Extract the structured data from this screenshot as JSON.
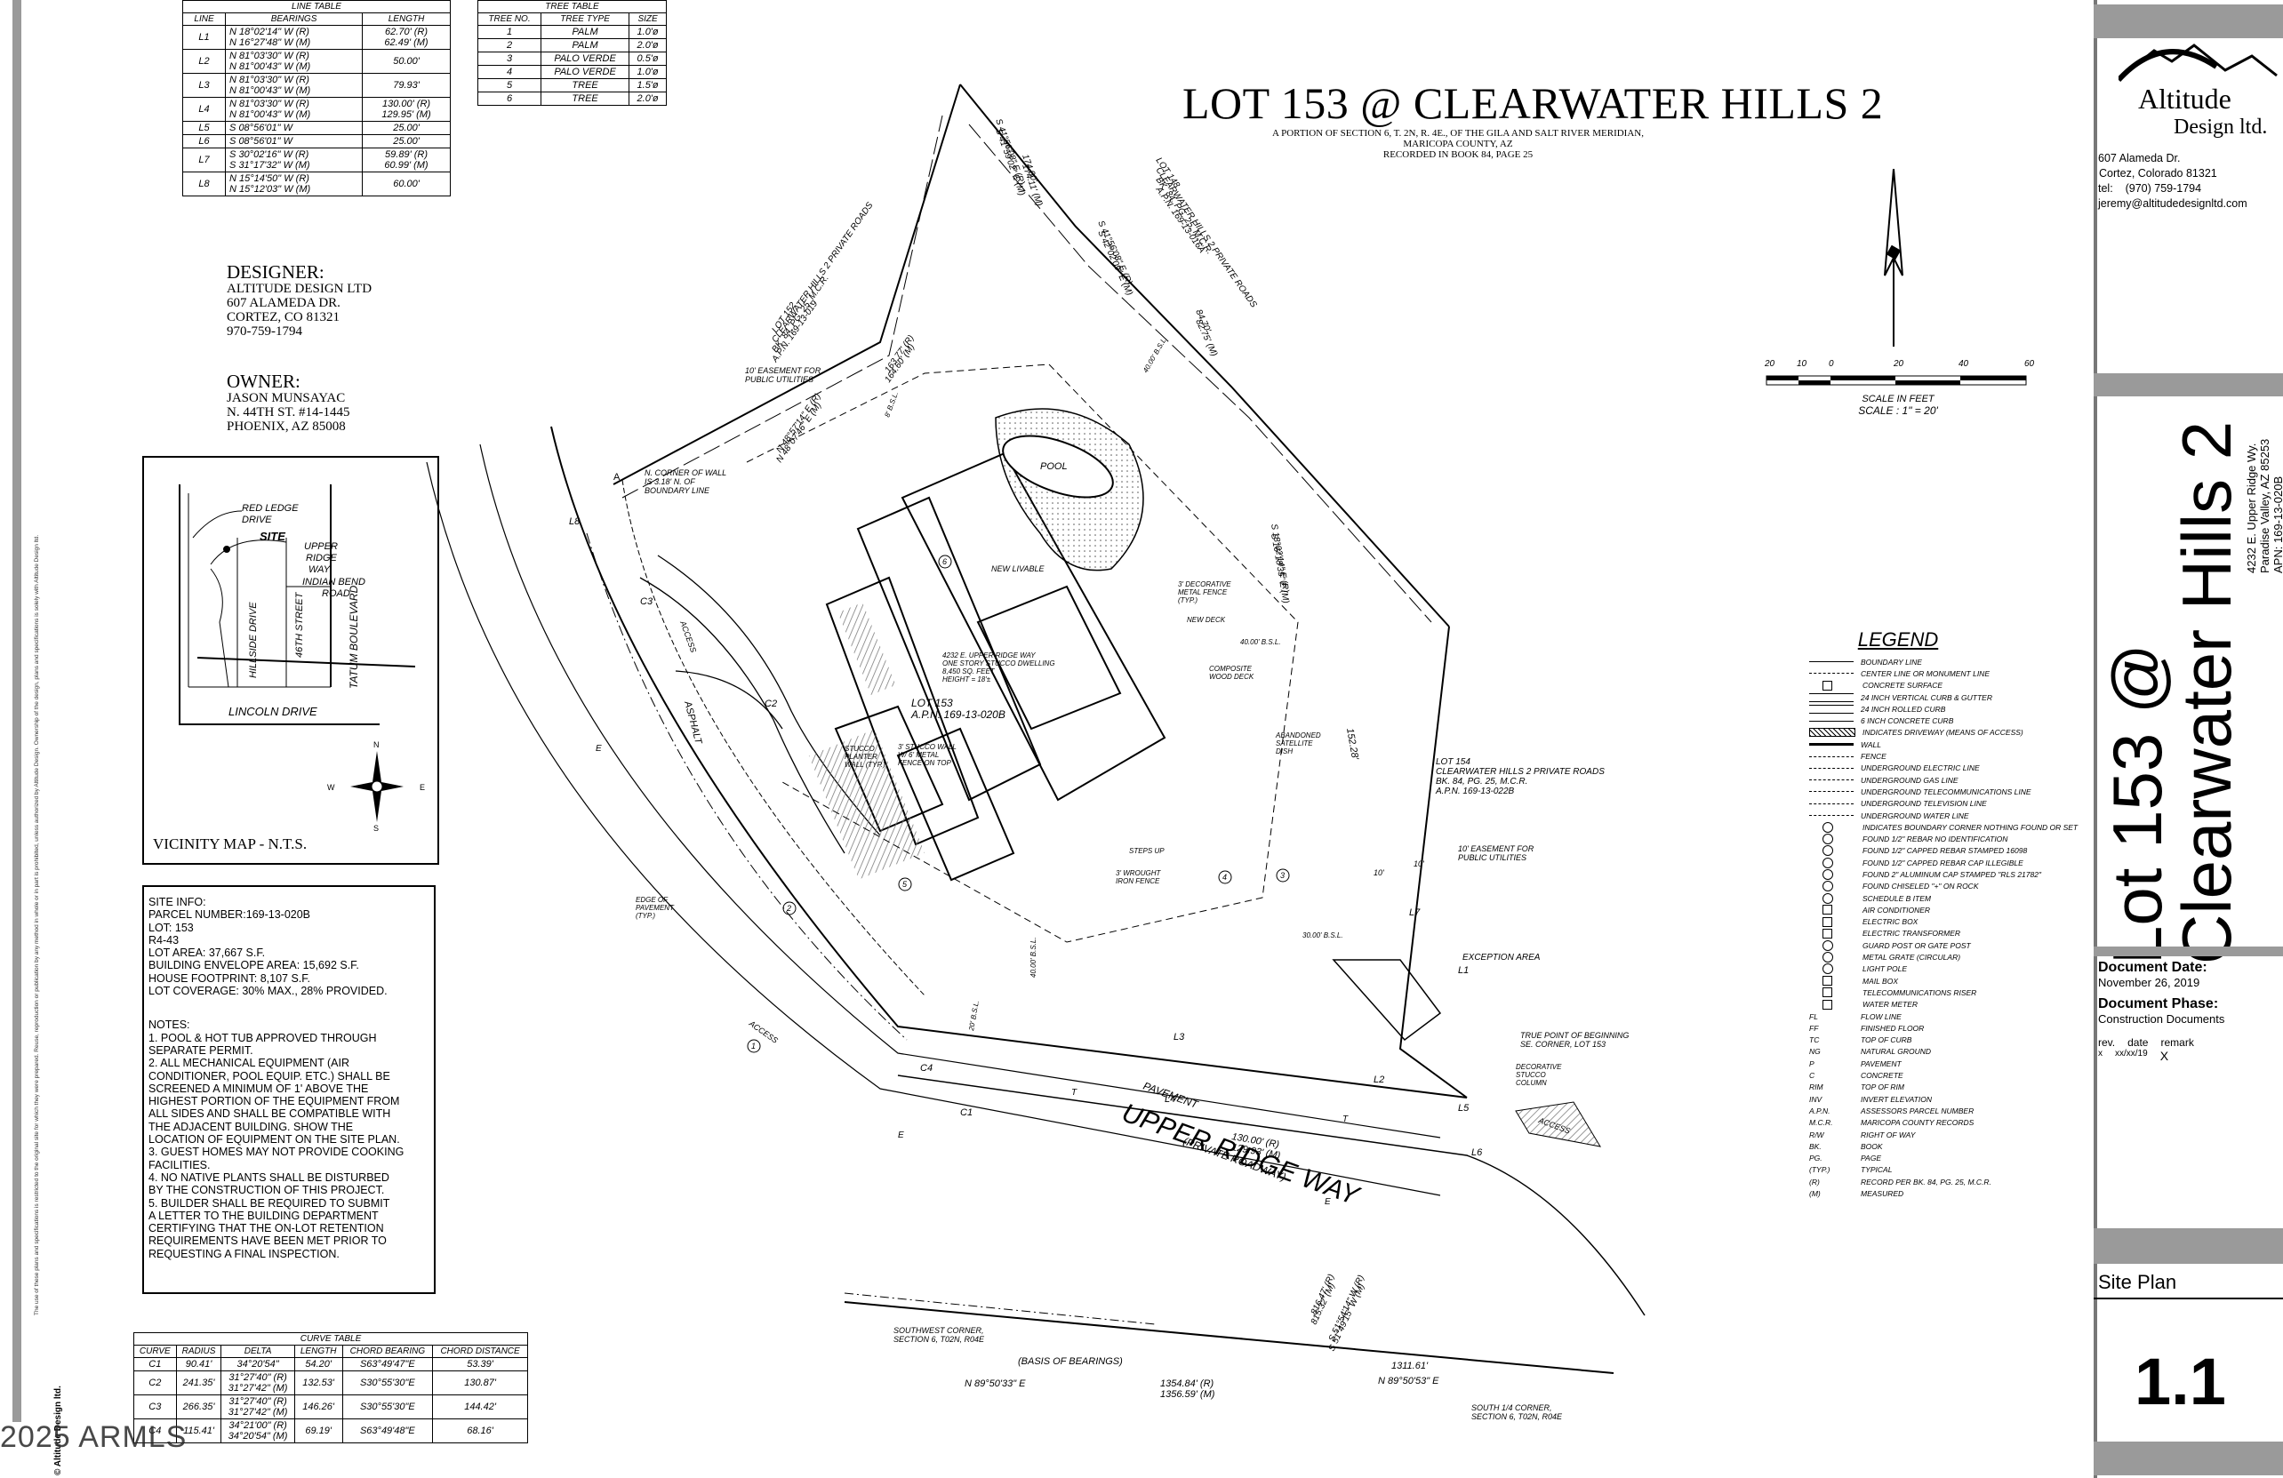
{
  "title": {
    "main": "LOT 153 @ CLEARWATER HILLS 2",
    "sub1": "A PORTION OF SECTION 6, T. 2N, R. 4E., OF THE GILA AND SALT RIVER MERIDIAN,",
    "sub2": "MARICOPA COUNTY, AZ",
    "sub3": "RECORDED IN BOOK 84, PAGE 25"
  },
  "line_table": {
    "caption": "LINE TABLE",
    "headers": [
      "LINE",
      "BEARINGS",
      "LENGTH"
    ],
    "rows": [
      {
        "line": "L1",
        "bearings": [
          "N 18°02'14\" W (R)",
          "N 16°27'48\" W (M)"
        ],
        "lengths": [
          "62.70' (R)",
          "62.49' (M)"
        ]
      },
      {
        "line": "L2",
        "bearings": [
          "N 81°03'30\" W (R)",
          "N 81°00'43\" W (M)"
        ],
        "lengths": [
          "50.00'"
        ]
      },
      {
        "line": "L3",
        "bearings": [
          "N 81°03'30\" W (R)",
          "N 81°00'43\" W (M)"
        ],
        "lengths": [
          "79.93'"
        ]
      },
      {
        "line": "L4",
        "bearings": [
          "N 81°03'30\" W (R)",
          "N 81°00'43\" W (M)"
        ],
        "lengths": [
          "130.00' (R)",
          "129.95' (M)"
        ]
      },
      {
        "line": "L5",
        "bearings": [
          "S 08°56'01\" W"
        ],
        "lengths": [
          "25.00'"
        ]
      },
      {
        "line": "L6",
        "bearings": [
          "S 08°56'01\" W"
        ],
        "lengths": [
          "25.00'"
        ]
      },
      {
        "line": "L7",
        "bearings": [
          "S 30°02'16\" W (R)",
          "S 31°17'32\" W (M)"
        ],
        "lengths": [
          "59.89' (R)",
          "60.99' (M)"
        ]
      },
      {
        "line": "L8",
        "bearings": [
          "N 15°14'50\" W (R)",
          "N 15°12'03\" W (M)"
        ],
        "lengths": [
          "60.00'"
        ]
      }
    ]
  },
  "tree_table": {
    "caption": "TREE TABLE",
    "headers": [
      "TREE NO.",
      "TREE TYPE",
      "SIZE"
    ],
    "rows": [
      [
        "1",
        "PALM",
        "1.0'ø"
      ],
      [
        "2",
        "PALM",
        "2.0'ø"
      ],
      [
        "3",
        "PALO VERDE",
        "0.5'ø"
      ],
      [
        "4",
        "PALO VERDE",
        "1.0'ø"
      ],
      [
        "5",
        "TREE",
        "1.5'ø"
      ],
      [
        "6",
        "TREE",
        "2.0'ø"
      ]
    ]
  },
  "designer": {
    "heading": "DESIGNER:",
    "lines": [
      "ALTITUDE DESIGN LTD",
      "607 ALAMEDA DR.",
      "CORTEZ, CO  81321",
      "970-759-1794"
    ]
  },
  "owner": {
    "heading": "OWNER:",
    "lines": [
      "JASON MUNSAYAC",
      "N. 44TH ST. #14-1445",
      "PHOENIX, AZ  85008"
    ]
  },
  "vicinity_map": {
    "caption": "VICINITY MAP - N.T.S.",
    "labels": {
      "red_ledge": "RED LEDGE",
      "drive": "DRIVE",
      "site": "SITE",
      "upper": "UPPER",
      "ridge": "RIDGE",
      "way": "WAY",
      "indian_bend": "INDIAN BEND",
      "road": "ROAD",
      "tatum": "TATUM BOULEVARD",
      "hillside": "HILLSIDE DRIVE",
      "st46": "46TH STREET",
      "lincoln": "LINCOLN DRIVE",
      "n": "N",
      "s": "S",
      "e": "E",
      "w": "W"
    }
  },
  "site_info": {
    "lines": [
      "SITE INFO:",
      "PARCEL NUMBER:169-13-020B",
      "LOT: 153",
      "R4-43",
      "LOT AREA: 37,667 S.F.",
      "BUILDING ENVELOPE AREA: 15,692 S.F.",
      "HOUSE FOOTPRINT: 8,107 S.F.",
      "LOT COVERAGE: 30% MAX., 28% PROVIDED."
    ],
    "notes": [
      "NOTES:",
      "1. POOL & HOT TUB APPROVED THROUGH",
      "SEPARATE PERMIT.",
      "2. ALL MECHANICAL EQUIPMENT (AIR",
      "CONDITIONER, POOL EQUIP. ETC.) SHALL BE",
      "SCREENED A MINIMUM OF 1' ABOVE THE",
      "HIGHEST PORTION OF THE EQUIPMENT FROM",
      "ALL SIDES AND SHALL BE COMPATIBLE WITH",
      "THE ADJACENT BUILDING.  SHOW THE",
      "LOCATION OF EQUIPMENT ON THE SITE PLAN.",
      "3. GUEST HOMES MAY NOT PROVIDE COOKING",
      "FACILITIES.",
      "4. NO NATIVE PLANTS SHALL BE DISTURBED",
      "BY THE CONSTRUCTION OF THIS PROJECT.",
      "5. BUILDER SHALL BE REQUIRED TO SUBMIT",
      "A LETTER TO THE BUILDING DEPARTMENT",
      "CERTIFYING THAT THE ON-LOT RETENTION",
      "REQUIREMENTS HAVE BEEN MET PRIOR TO",
      "REQUESTING A FINAL INSPECTION."
    ]
  },
  "curve_table": {
    "caption": "CURVE TABLE",
    "headers": [
      "CURVE",
      "RADIUS",
      "DELTA",
      "LENGTH",
      "CHORD BEARING",
      "CHORD DISTANCE"
    ],
    "rows": [
      {
        "curve": "C1",
        "radius": "90.41'",
        "delta": [
          "34°20'54\""
        ],
        "length": "54.20'",
        "bearing": "S63°49'47\"E",
        "distance": "53.39'"
      },
      {
        "curve": "C2",
        "radius": "241.35'",
        "delta": [
          "31°27'40\" (R)",
          "31°27'42\" (M)"
        ],
        "length": "132.53'",
        "bearing": "S30°55'30\"E",
        "distance": "130.87'"
      },
      {
        "curve": "C3",
        "radius": "266.35'",
        "delta": [
          "31°27'40\" (R)",
          "31°27'42\" (M)"
        ],
        "length": "146.26'",
        "bearing": "S30°55'30\"E",
        "distance": "144.42'"
      },
      {
        "curve": "C4",
        "radius": "115.41'",
        "delta": [
          "34°21'00\" (R)",
          "34°20'54\" (M)"
        ],
        "length": "69.19'",
        "bearing": "S63°49'48\"E",
        "distance": "68.16'"
      }
    ]
  },
  "scale": {
    "ticks": [
      "20",
      "10",
      "0",
      "20",
      "40",
      "60"
    ],
    "label": "SCALE IN FEET",
    "ratio": "SCALE : 1\" = 20'"
  },
  "legend": {
    "heading": "LEGEND",
    "items": [
      "BOUNDARY LINE",
      "CENTER LINE OR MONUMENT LINE",
      "CONCRETE SURFACE",
      "24 INCH VERTICAL CURB & GUTTER",
      "24 INCH ROLLED CURB",
      "6 INCH CONCRETE CURB",
      "INDICATES DRIVEWAY (MEANS OF ACCESS)",
      "WALL",
      "FENCE",
      "UNDERGROUND ELECTRIC LINE",
      "UNDERGROUND GAS LINE",
      "UNDERGROUND TELECOMMUNICATIONS LINE",
      "UNDERGROUND TELEVISION LINE",
      "UNDERGROUND WATER LINE",
      "INDICATES BOUNDARY CORNER NOTHING FOUND OR SET",
      "FOUND 1/2\" REBAR NO IDENTIFICATION",
      "FOUND 1/2\" CAPPED REBAR STAMPED 16098",
      "FOUND 1/2\" CAPPED REBAR CAP ILLEGIBLE",
      "FOUND 2\" ALUMINUM CAP STAMPED \"RLS 21782\"",
      "FOUND CHISELED \"+\" ON ROCK",
      "SCHEDULE B ITEM",
      "AIR CONDITIONER",
      "ELECTRIC BOX",
      "ELECTRIC TRANSFORMER",
      "GUARD POST OR GATE POST",
      "METAL GRATE (CIRCULAR)",
      "LIGHT POLE",
      "MAIL BOX",
      "TELECOMMUNICATIONS RISER",
      "WATER METER",
      "FLOW LINE",
      "FINISHED FLOOR",
      "TOP OF CURB",
      "NATURAL GROUND",
      "PAVEMENT",
      "CONCRETE",
      "TOP OF RIM",
      "INVERT ELEVATION",
      "ASSESSORS PARCEL NUMBER",
      "MARICOPA COUNTY RECORDS",
      "RIGHT OF WAY",
      "BOOK",
      "PAGE",
      "TYPICAL",
      "RECORD PER BK. 84, PG. 25, M.C.R.",
      "MEASURED"
    ],
    "abbrevs": [
      "",
      "",
      "",
      "",
      "",
      "",
      "",
      "",
      "",
      "",
      "",
      "",
      "",
      "",
      "",
      "",
      "",
      "",
      "",
      "",
      "",
      "",
      "",
      "",
      "",
      "",
      "",
      "",
      "",
      "",
      "FL",
      "FF",
      "TC",
      "NG",
      "P",
      "C",
      "RIM",
      "INV",
      "A.P.N.",
      "M.C.R.",
      "R/W",
      "BK.",
      "PG.",
      "(TYP.)",
      "(R)",
      "(M)"
    ]
  },
  "plan_labels": {
    "lot152": [
      "LOT 152",
      "CLEARWATER HILLS 2 PRIVATE ROADS",
      "BK. 84, PG. 25, M.C.R.",
      "A.P.N. 169-13-019"
    ],
    "lot148": [
      "LOT 148",
      "CLEARWATER HILLS 2 PRIVATE ROADS",
      "BK. 84, PG. 25, M.C.R.",
      "A.P.N. 169-13-016A"
    ],
    "lot154": [
      "LOT 154",
      "CLEARWATER HILLS 2 PRIVATE ROADS",
      "BK. 84, PG. 25, M.C.R.",
      "A.P.N. 169-13-022B"
    ],
    "lot153": [
      "LOT 153",
      "A.P.N. 169-13-020B"
    ],
    "house_note": [
      "4232 E. UPPER RIDGE WAY",
      "ONE STORY STUCCO DWELLING",
      "8,450 SQ. FEET",
      "HEIGHT = 18'±"
    ],
    "easement_top": [
      "10' EASEMENT FOR",
      "PUBLIC UTILITIES"
    ],
    "easement_right": [
      "10' EASEMENT FOR",
      "PUBLIC UTILITIES"
    ],
    "corner_wall": [
      "N. CORNER OF WALL",
      "IS 3.18' N. OF",
      "BOUNDARY LINE"
    ],
    "pool": "POOL",
    "new_livable": "NEW LIVABLE",
    "deco_fence": [
      "3' DECORATIVE",
      "METAL FENCE",
      "(TYP.)"
    ],
    "new_deck": "NEW DECK",
    "composite_deck": [
      "COMPOSITE",
      "WOOD DECK"
    ],
    "satellite": [
      "ABANDONED",
      "SATELLITE",
      "DISH"
    ],
    "stucco_planter": [
      "STUCCO",
      "PLANTER",
      "WALL (TYP.)"
    ],
    "stucco_wall": [
      "3' STUCCO WALL",
      "W/ 6' METAL",
      "FENCE ON TOP"
    ],
    "steps_up": "STEPS UP",
    "iron_fence": [
      "3' WROUGHT",
      "IRON FENCE"
    ],
    "edge_pavement": [
      "EDGE OF",
      "PAVEMENT",
      "(TYP.)"
    ],
    "exception_area": "EXCEPTION AREA",
    "true_point": [
      "TRUE POINT OF BEGINNING",
      "SE. CORNER, LOT 153"
    ],
    "deco_column": [
      "DECORATIVE",
      "STUCCO",
      "COLUMN"
    ],
    "road": "UPPER RIDGE WAY",
    "road_sub": "(PRIVATE ROADWAY)",
    "pavement": "PAVEMENT",
    "access": "ACCESS",
    "asphalt": "ASPHALT",
    "sw_corner": [
      "SOUTHWEST CORNER,",
      "SECTION 6, T02N, R04E"
    ],
    "basis": "(BASIS OF BEARINGS)",
    "bearing_left": "N 89°50'33\" E",
    "dist_left": [
      "1354.84' (R)",
      "1356.59' (M)"
    ],
    "dist_right": "1311.61'",
    "bearing_right": "N 89°50'53\" E",
    "s_quarter": [
      "SOUTH 1/4 CORNER,",
      "SECTION 6, T02N, R04E"
    ],
    "east_line": [
      "S 18°02'14\" E (R)",
      "S 16°18'35\" E (M)"
    ],
    "east_dist": "152.28'",
    "north_line": [
      "S 41°56'08\" E (R)",
      "S 41°59'02\" E (M)"
    ],
    "north_dists": [
      "174.00'",
      "174.11' (M)"
    ],
    "ne_line": [
      "S 41°56'08\" E (R)",
      "S 42°02'09\" E (M)"
    ],
    "ne_dists": [
      "84.70'",
      "82.75' (M)"
    ],
    "nw_line": [
      "N 48°57'14\" E (R)",
      "N 48°07'46\" E (M)"
    ],
    "nw_dists": [
      "163.77' (R)",
      "164.60' (M)"
    ],
    "south_dists": [
      "130.00' (R)",
      "129.93' (M)"
    ],
    "se_line": [
      "S 51°54'14\" W (R)",
      "S 51°49'15\" W (M)"
    ],
    "se_dists": [
      "816.47' (R)",
      "815.32' (M)"
    ],
    "bsl_labels": [
      "8' B.S.L.",
      "40.00' B.S.L.",
      "40.00' B.S.L.",
      "30.00' B.S.L.",
      "40.00' B.S.L.",
      "20' B.S.L."
    ],
    "curve_labels": [
      "C1",
      "C2",
      "C3",
      "C4"
    ],
    "line_labels": [
      "L1",
      "L2",
      "L3",
      "L4",
      "L5",
      "L6",
      "L7",
      "L8"
    ],
    "tree_markers": [
      "1",
      "2",
      "3",
      "4",
      "5",
      "6"
    ],
    "ten_ft": "10'",
    "marker_a": "A",
    "e_letter": "E",
    "t_letter": "T"
  },
  "title_block": {
    "company": "Altitude",
    "company2": "Design ltd.",
    "address": [
      "607 Alameda Dr.",
      "Cortez, Colorado  81321"
    ],
    "tel_label": "tel:",
    "tel": "(970) 759-1794",
    "email": "jeremy@altitudedesignltd.com",
    "project_big": [
      "Lot 153 @",
      "Clearwater Hills 2"
    ],
    "project_addr": [
      "4232 E. Upper Ridge Wy.",
      "Paradise Valley, AZ 85253",
      "APN: 169-13-020B"
    ],
    "doc_date_label": "Document Date:",
    "doc_date": "November 26, 2019",
    "doc_phase_label": "Document Phase:",
    "doc_phase": "Construction Documents",
    "rev_headers": [
      "rev.",
      "date",
      "remark"
    ],
    "rev_row": [
      "x",
      "xx/xx/19",
      "X"
    ],
    "sheet_title": "Site Plan",
    "sheet_no": "1.1"
  },
  "copyright_note": "The use of these plans and specifications is restricted to the original site for which they were prepared. Reuse, reproduction or publication by any method in whole or in part is prohibited, unless authorized by Altitude Design. Ownership of the design, plans and specifications is solely with Altitude Design ltd.",
  "copyright_side": "© Altitude Design ltd.",
  "watermark": "2025 ARMLS",
  "colors": {
    "ink": "#000000",
    "frame": "#9a9a9a",
    "hatch": "#777777"
  }
}
